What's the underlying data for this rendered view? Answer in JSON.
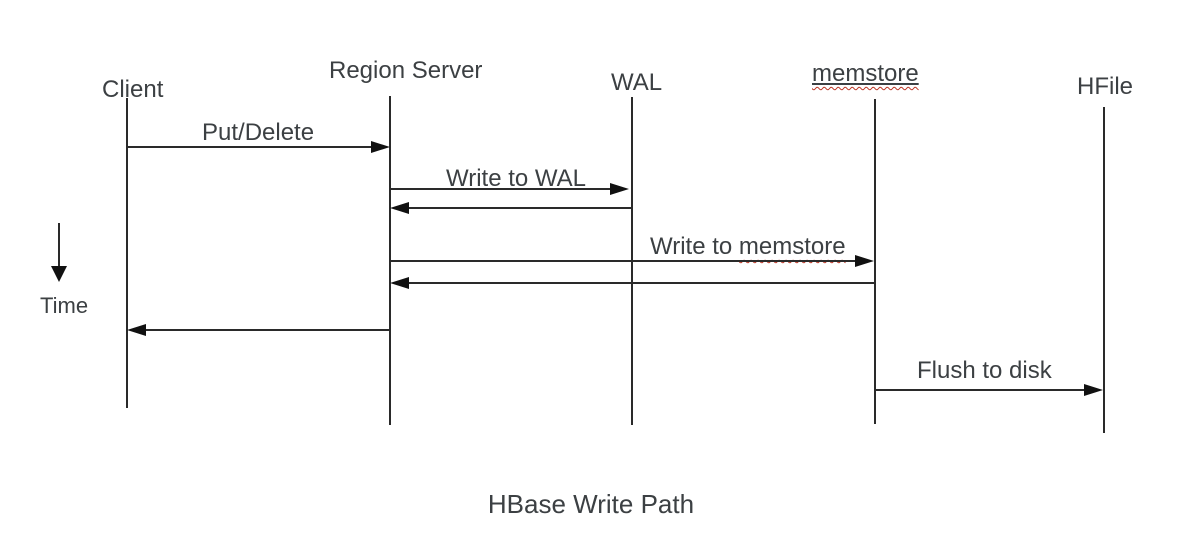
{
  "diagram": {
    "title": "HBase Write Path",
    "time_axis_label": "Time",
    "colors": {
      "background": "#ffffff",
      "text": "#3c4043",
      "line": "#2a2a2a",
      "arrowhead": "#111111",
      "spellcheck_squiggle": "#bb3322"
    },
    "lifelines": [
      {
        "id": "client",
        "label": "Client"
      },
      {
        "id": "region-server",
        "label": "Region Server"
      },
      {
        "id": "wal",
        "label": "WAL"
      },
      {
        "id": "memstore",
        "label": "memstore",
        "spellcheck_underline": true,
        "solid_underline": true
      },
      {
        "id": "hfile",
        "label": "HFile"
      }
    ],
    "messages": [
      {
        "from": "Client",
        "to": "Region Server",
        "label": "Put/Delete",
        "direction": "right"
      },
      {
        "from": "Region Server",
        "to": "WAL",
        "label": "Write to WAL",
        "direction": "right"
      },
      {
        "from": "WAL",
        "to": "Region Server",
        "label": "",
        "direction": "left"
      },
      {
        "from": "Region Server",
        "to": "memstore",
        "label": "Write to memstore",
        "label_prefix": "Write to ",
        "label_word": "memstore",
        "direction": "right",
        "spellcheck_underline_on_word": true
      },
      {
        "from": "memstore",
        "to": "Region Server",
        "label": "",
        "direction": "left"
      },
      {
        "from": "Region Server",
        "to": "Client",
        "label": "",
        "direction": "left"
      },
      {
        "from": "memstore",
        "to": "HFile",
        "label": "Flush to disk",
        "direction": "right"
      }
    ]
  }
}
